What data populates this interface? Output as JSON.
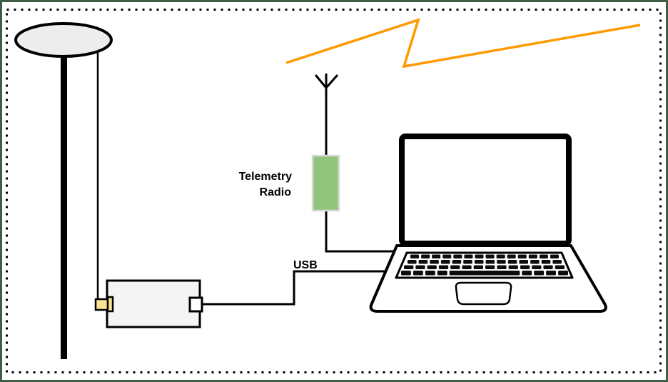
{
  "diagram": {
    "title_hint": "Ground station telemetry setup diagram",
    "labels": {
      "telemetry_radio_line1": "Telemetry",
      "telemetry_radio_line2": "Radio",
      "usb": "USB"
    },
    "colors": {
      "frame_green": "#3e5f46",
      "dotted_border": "#000000",
      "radio_green": "#93c47d",
      "radio_green_border": "#d9d9d9",
      "connector_yellow": "#fbe394",
      "signal_orange": "#ff9900",
      "module_gray": "#f4f4f4",
      "antenna_gray": "#ededed",
      "line_black": "#000000",
      "laptop_white": "#ffffff",
      "key_black": "#0d0d0d"
    }
  }
}
